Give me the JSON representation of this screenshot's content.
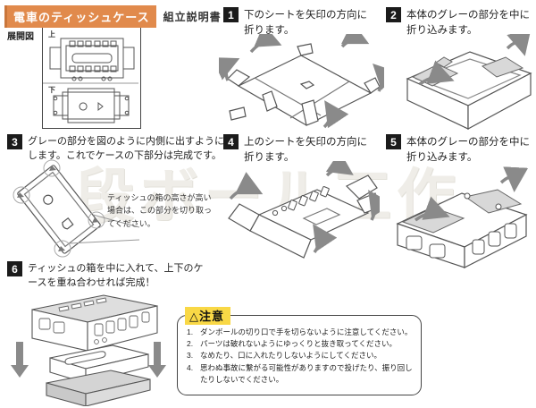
{
  "page": {
    "title": "電車のティッシュケース",
    "subtitle": "組立説明書",
    "watermark": "段ボール工作"
  },
  "unfolded": {
    "label": "展開図",
    "top_label": "上",
    "bottom_label": "下"
  },
  "steps": [
    {
      "num": "1",
      "text": "下のシートを矢印の方向に折ります。"
    },
    {
      "num": "2",
      "text": "本体のグレーの部分を中に折り込みます。"
    },
    {
      "num": "3",
      "text": "グレーの部分を図のように内側に出すようにします。これでケースの下部分は完成です。"
    },
    {
      "num": "4",
      "text": "上のシートを矢印の方向に折ります。"
    },
    {
      "num": "5",
      "text": "本体のグレーの部分を中に折り込みます。"
    },
    {
      "num": "6",
      "text": "ティッシュの箱を中に入れて、上下のケースを重ね合わせれば完成！"
    }
  ],
  "step3_note": "ティッシュの箱の高さが高い場合は、この部分を切り取ってください。",
  "caution": {
    "warning_symbol": "△",
    "title": "注意",
    "items": [
      {
        "num": "1.",
        "text": "ダンボールの切り口で手を切らないように注意してください。"
      },
      {
        "num": "2.",
        "text": "パーツは破れないようにゆっくりと抜き取ってください。"
      },
      {
        "num": "3.",
        "text": "なめたり、口に入れたりしないようにしてください。"
      },
      {
        "num": "4.",
        "text": "思わぬ事故に繋がる可能性がありますので投げたり、振り回したりしないでください。"
      }
    ]
  },
  "colors": {
    "accent_orange": "#E18A4C",
    "caution_yellow": "#F9D846",
    "badge_black": "#1B1B1B",
    "diagram_gray": "#D8D8D8",
    "arrow_gray": "#8A8A8A"
  }
}
